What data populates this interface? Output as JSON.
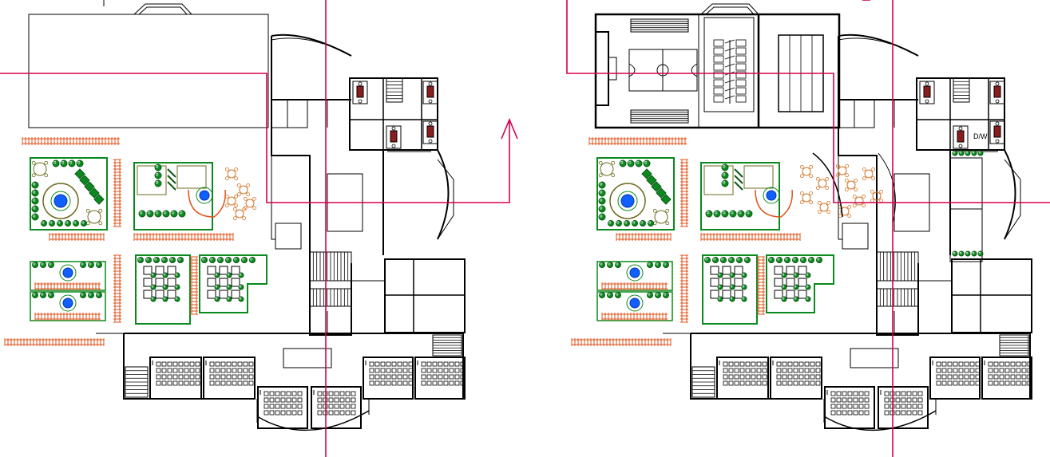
{
  "drawing": {
    "wall_color": "#000000",
    "section_line_color": "#d6004e",
    "landscape_green": "#0a8a1e",
    "plant_dark": "#0a5a14",
    "fountain_blue": "#1060ff",
    "timber_orange": "#e0521b",
    "furniture_orange": "#d2762a",
    "olive": "#6b6b1f"
  },
  "plans": [
    {
      "id": "left-floor-plan"
    },
    {
      "id": "right-floor-plan"
    }
  ],
  "labels": {
    "dw": "D/W"
  }
}
